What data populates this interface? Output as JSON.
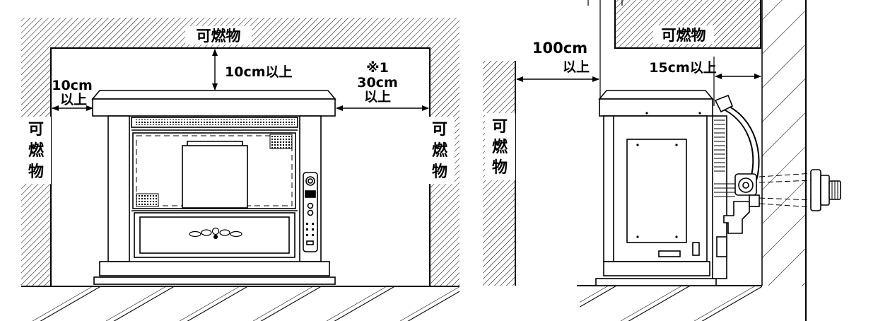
{
  "front_view": {
    "combustible_top": "可燃物",
    "combustible_left": [
      "可",
      "燃",
      "物"
    ],
    "combustible_right": [
      "可",
      "燃",
      "物"
    ],
    "clearance_top": "10cm以上",
    "clearance_left_value": "10cm",
    "clearance_left_suffix": "以上",
    "clearance_right_note": "※1",
    "clearance_right_value": "30cm",
    "clearance_right_suffix": "以上"
  },
  "side_view": {
    "combustible_top": "可燃物",
    "combustible_left": [
      "可",
      "燃",
      "物"
    ],
    "clearance_front_value": "100cm",
    "clearance_front_suffix": "以上",
    "clearance_rear": "15cm以上"
  },
  "colors": {
    "line": "#000000",
    "background": "#ffffff"
  }
}
